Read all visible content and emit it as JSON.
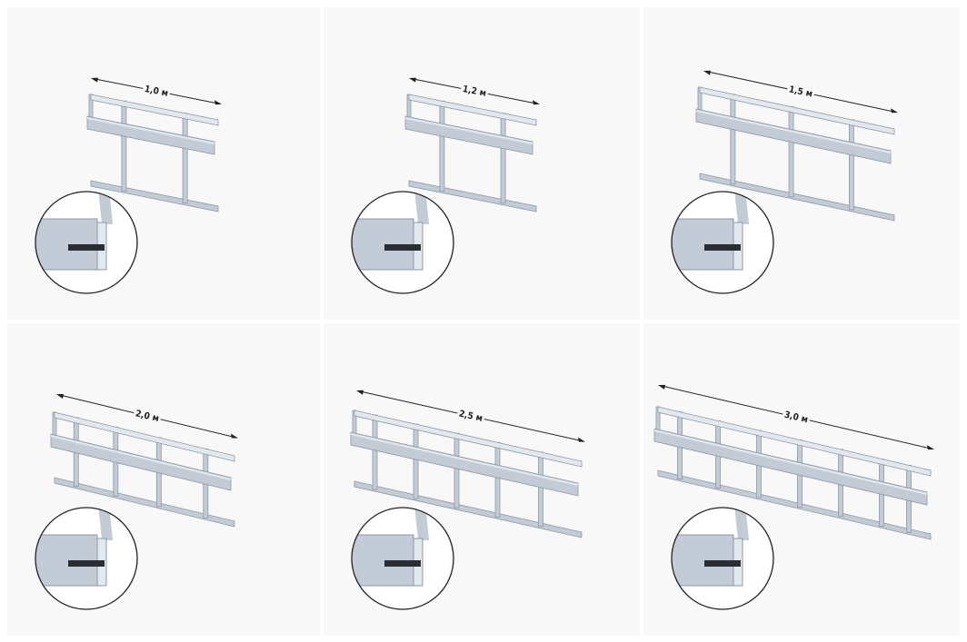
{
  "panels": [
    {
      "length_label": "1,0 м"
    },
    {
      "length_label": "1,2 м"
    },
    {
      "length_label": "1,5 м"
    },
    {
      "length_label": "2,0 м"
    },
    {
      "length_label": "2,5 м"
    },
    {
      "length_label": "3,0 м"
    }
  ],
  "colors": {
    "background": "#f8f8f8",
    "metal_light": "#e3e8ee",
    "metal_mid": "#c3ccd6",
    "metal_dark": "#8e98a4",
    "detail_bg": "#ffffff"
  }
}
